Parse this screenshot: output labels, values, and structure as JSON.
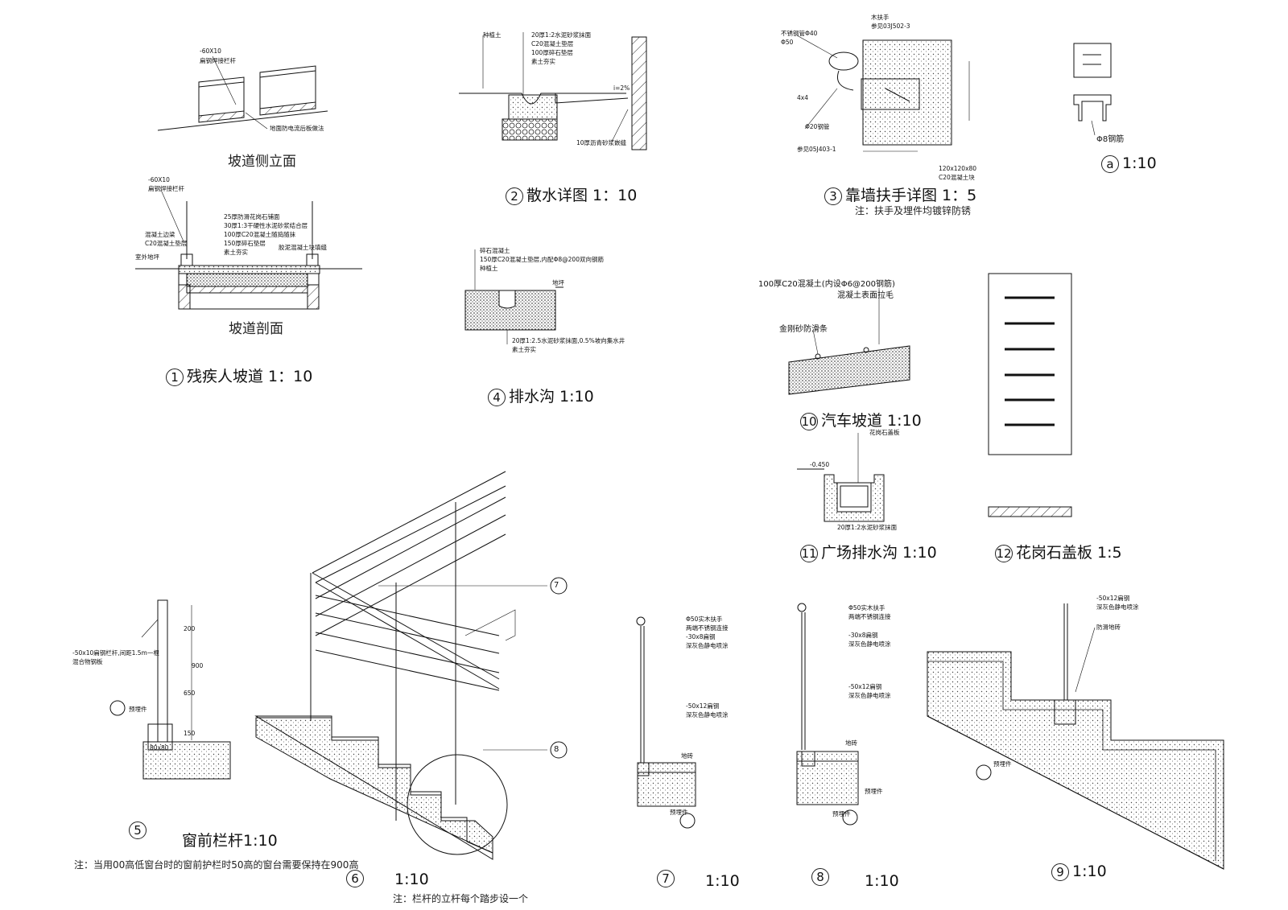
{
  "details": {
    "d1": {
      "num": "1",
      "title": "残疾人坡道 1：10",
      "elev_caption": "坡道侧立面",
      "section_caption": "坡道剖面",
      "elev_labels": [
        "-60X10",
        "扁钢焊接栏杆",
        "地面防电流后板做法"
      ],
      "section_labels": [
        "-60X10",
        "扁钢焊接栏杆",
        "25厚防滑花岗石铺面",
        "30厚1:3干硬性水泥砂浆结合层",
        "100厚C20混凝土随捣随抹",
        "150厚碎石垫层",
        "素土夯实",
        "混凝土边梁",
        "C20混凝土垫层",
        "室外地坪",
        "胶泥混凝土块填缝"
      ]
    },
    "d2": {
      "num": "2",
      "title": "散水详图 1：10",
      "labels": [
        "种植土",
        "20厚1:2水泥砂浆抹面",
        "C20混凝土垫层",
        "100厚碎石垫层",
        "素土夯实",
        "i=2%",
        "10厚沥青砂浆嵌缝"
      ]
    },
    "d3": {
      "num": "3",
      "title": "靠墙扶手详图 1：5",
      "note": "注：扶手及埋件均镀锌防锈",
      "labels": [
        "不锈钢管Φ40",
        "Φ50",
        "木扶手",
        "参见03J502-3",
        "4x4",
        "Φ20钢管",
        "参见05J403-1",
        "120x120x80",
        "C20混凝土块"
      ]
    },
    "a": {
      "num": "a",
      "scale": "1:10",
      "label": "Φ8钢筋"
    },
    "d4": {
      "num": "4",
      "title": "排水沟 1:10",
      "labels": [
        "碎石混凝土",
        "150厚C20混凝土垫层,内配Φ8@200双向钢筋",
        "种植土",
        "20厚1:2.5水泥砂浆抹面,0.5%坡向集水井",
        "素土夯实",
        "地坪"
      ]
    },
    "d10": {
      "num": "10",
      "title": "汽车坡道 1:10",
      "labels": [
        "100厚C20混凝土(内设Φ6@200钢筋)",
        "混凝土表面拉毛",
        "金刚砂防滑条"
      ]
    },
    "d11": {
      "num": "11",
      "title": "广场排水沟 1:10",
      "labels": [
        "-0.450",
        "花岗石盖板",
        "20厚1:2水泥砂浆抹面"
      ]
    },
    "d12": {
      "num": "12",
      "title": "花岗石盖板 1:5"
    },
    "d5": {
      "num": "5",
      "title": "窗前栏杆1:10",
      "note": "注：当用00高低窗台时的窗前护栏时50高的窗台需要保持在900高",
      "labels": [
        "-50x10扁钢栏杆,间距1.5m一根",
        "混合物钢板",
        "预埋件",
        "200",
        "650",
        "900",
        "150",
        "80x80"
      ]
    },
    "d6": {
      "num": "6",
      "scale": "1:10",
      "note": "注：栏杆的立杆每个踏步设一个",
      "callouts": [
        "7",
        "8"
      ]
    },
    "d7": {
      "num": "7",
      "scale": "1:10",
      "labels": [
        "Φ50实木扶手",
        "两端不锈钢连接",
        "-30x8扁钢",
        "深灰色静电喷涂",
        "-50x12扁钢",
        "深灰色静电喷涂",
        "地砖",
        "预埋件"
      ]
    },
    "d8": {
      "num": "8",
      "scale": "1:10",
      "labels": [
        "Φ50实木扶手",
        "两端不锈钢连接",
        "-30x8扁钢",
        "深灰色静电喷涂",
        "-50x12扁钢",
        "深灰色静电喷涂",
        "地砖",
        "预埋件",
        "预埋件"
      ]
    },
    "d9": {
      "num": "9",
      "scale": "1:10",
      "labels": [
        "-50x12扁钢",
        "深灰色静电喷涂",
        "防滑地砖",
        "预埋件"
      ]
    }
  }
}
